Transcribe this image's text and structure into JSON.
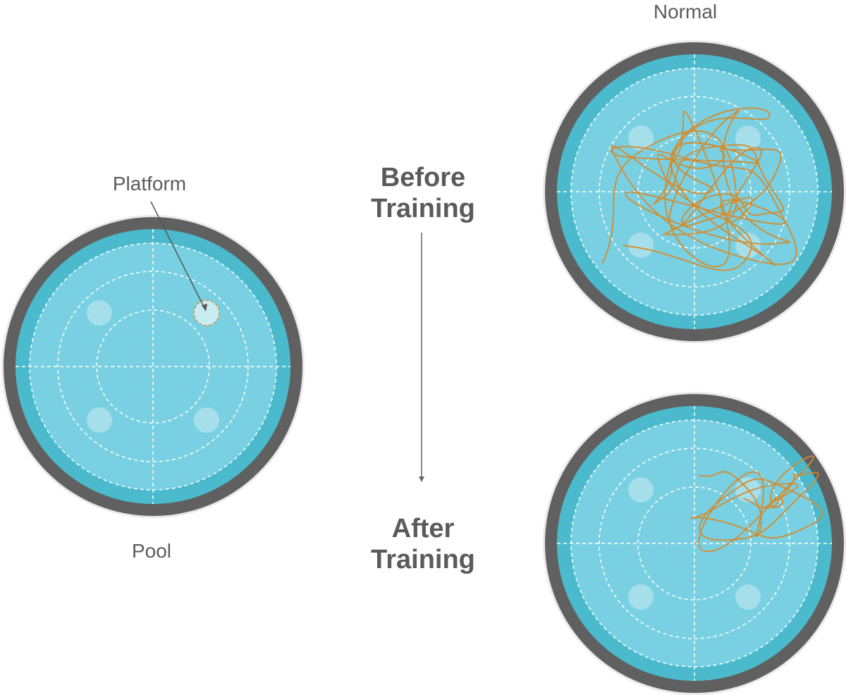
{
  "labels": {
    "platform": "Platform",
    "pool": "Pool",
    "normal": "Normal",
    "before_line1": "Before",
    "before_line2": "Training",
    "after_line1": "After",
    "after_line2": "Training"
  },
  "colors": {
    "rim": "#e9e9e9",
    "wall": "#606060",
    "water_edge": "#4bbacd",
    "water": "#79d0e2",
    "spot": "#a6dfea",
    "platform": "#c9ecf3",
    "path": "#d68a2a"
  }
}
